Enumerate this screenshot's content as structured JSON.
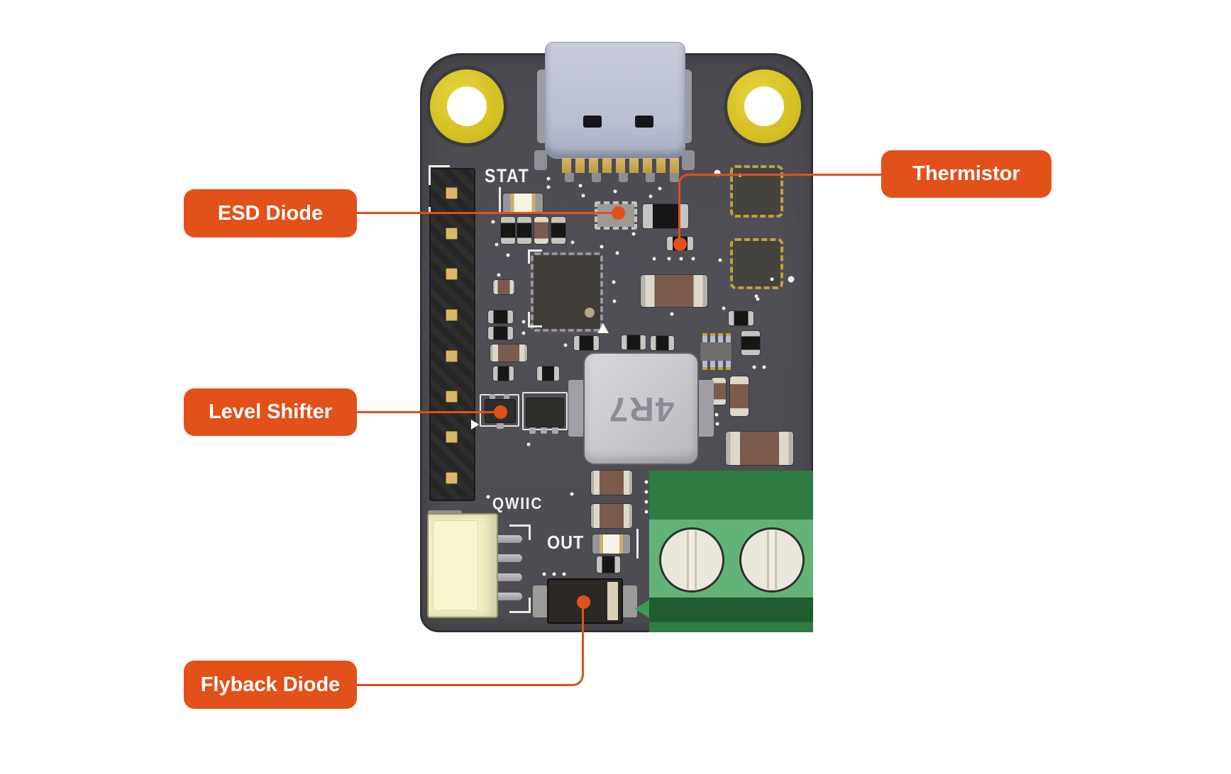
{
  "annotations": [
    {
      "id": "esd-diode",
      "label": "ESD Diode"
    },
    {
      "id": "thermistor",
      "label": "Thermistor"
    },
    {
      "id": "level-shifter",
      "label": "Level Shifter"
    },
    {
      "id": "flyback-diode",
      "label": "Flyback Diode"
    }
  ],
  "board_silkscreen": {
    "stat": "STAT",
    "qwiic": "QWIIC",
    "out": "OUT"
  },
  "component_markings": {
    "inductor": "4R7"
  },
  "colors": {
    "accent_orange": "#E25119",
    "board_gray": "#4C4B51",
    "mount_hole_yellow": "#DCC72E",
    "terminal_green_light": "#63B377",
    "terminal_green_dark": "#2E7B43",
    "qwiic_connector_cream": "#F3F0C2",
    "usb_housing_lavender": "#C0C4D4",
    "inductor_silver": "#C9C9CE",
    "capacitor_brown": "#7A5B4E",
    "gold_pad": "#D9B768"
  }
}
